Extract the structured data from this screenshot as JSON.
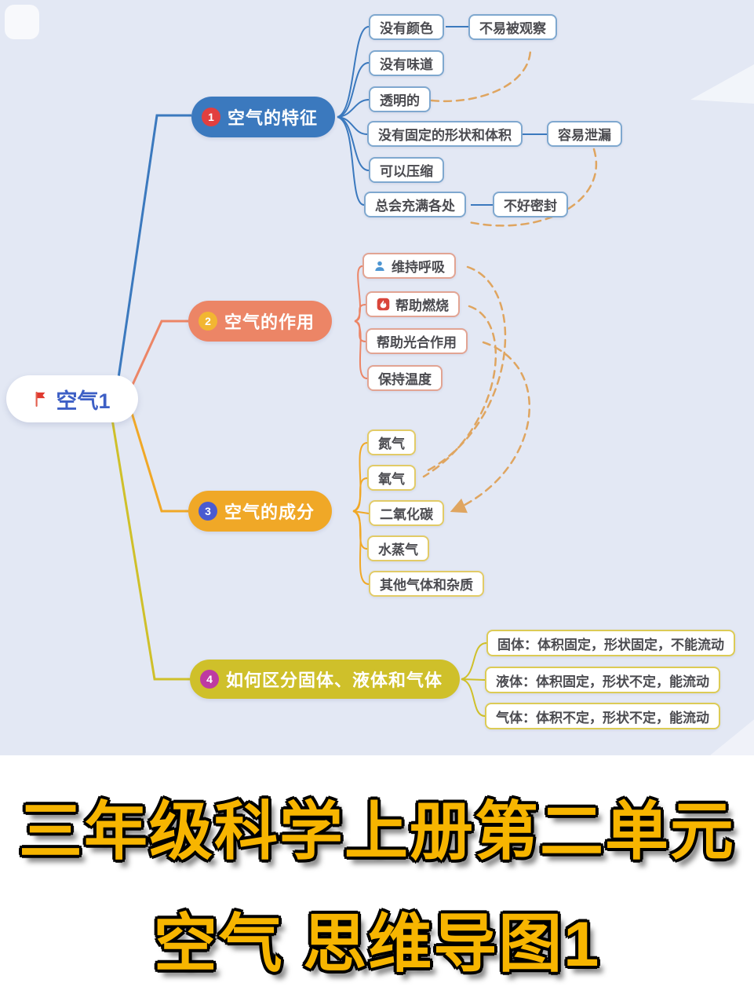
{
  "root": {
    "label": "空气1",
    "icon": "flag-icon"
  },
  "branches": [
    {
      "badge": "1",
      "label": "空气的特征",
      "children": [
        {
          "label": "没有颜色",
          "sub": {
            "label": "不易被观察"
          }
        },
        {
          "label": "没有味道"
        },
        {
          "label": "透明的"
        },
        {
          "label": "没有固定的形状和体积",
          "sub": {
            "label": "容易泄漏"
          }
        },
        {
          "label": "可以压缩"
        },
        {
          "label": "总会充满各处",
          "sub": {
            "label": "不好密封"
          }
        }
      ]
    },
    {
      "badge": "2",
      "label": "空气的作用",
      "children": [
        {
          "label": "维持呼吸",
          "icon": "person-icon"
        },
        {
          "label": "帮助燃烧",
          "icon": "fire-icon"
        },
        {
          "label": "帮助光合作用"
        },
        {
          "label": "保持温度"
        }
      ]
    },
    {
      "badge": "3",
      "label": "空气的成分",
      "children": [
        {
          "label": "氮气"
        },
        {
          "label": "氧气"
        },
        {
          "label": "二氧化碳"
        },
        {
          "label": "水蒸气"
        },
        {
          "label": "其他气体和杂质"
        }
      ]
    },
    {
      "badge": "4",
      "label": "如何区分固体、液体和气体",
      "children": [
        {
          "label": "固体：体积固定，形状固定，不能流动"
        },
        {
          "label": "液体：体积固定，形状不定，能流动"
        },
        {
          "label": "气体：体积不定，形状不定，能流动"
        }
      ]
    }
  ],
  "dashed_links": [
    {
      "from": "透明的",
      "to": "不易被观察"
    },
    {
      "from": "容易泄漏",
      "to": "总会充满各处"
    },
    {
      "from": "维持呼吸",
      "to": "氧气"
    },
    {
      "from": "帮助燃烧",
      "to": "氧气"
    },
    {
      "from": "帮助光合作用",
      "to": "二氧化碳"
    }
  ],
  "caption": {
    "line1": "三年级科学上册第二单元",
    "line2": "空气 思维导图1"
  },
  "colors": {
    "background": "#E3E8F4",
    "branch1": "#3B79BE",
    "branch1_border": "#7FA8CF",
    "badge1": "#E23F3F",
    "branch2": "#EC8566",
    "branch2_border": "#E2A493",
    "badge2": "#F2B632",
    "branch3": "#F0A827",
    "branch3_border": "#E2CB67",
    "badge3": "#4A5BD0",
    "branch4": "#CFC02A",
    "branch4_border": "#DCCB55",
    "badge4": "#BE3AA2",
    "root_text": "#3D5FC5",
    "dashed_link": "#DFA560",
    "caption_text": "#F7B500"
  }
}
